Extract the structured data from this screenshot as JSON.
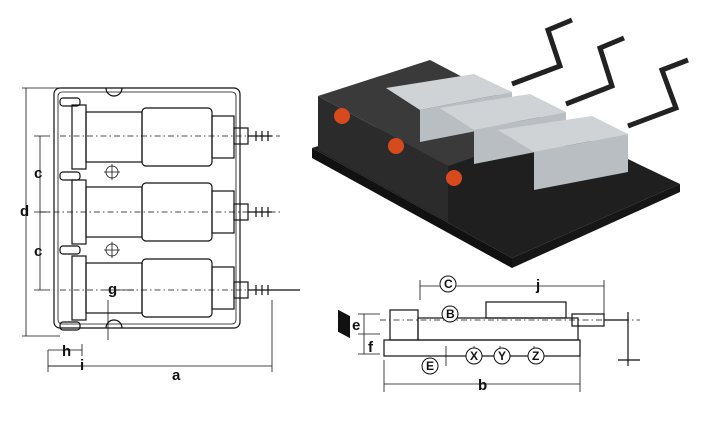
{
  "top_view": {
    "dimension_labels": {
      "c_upper": "c",
      "d": "d",
      "c_lower": "c",
      "g": "g",
      "h": "h",
      "i": "i",
      "a": "a"
    }
  },
  "side_view": {
    "dimension_labels": {
      "C": "C",
      "j": "j",
      "B": "B",
      "e": "e",
      "f": "f",
      "E": "E",
      "X": "X",
      "Y": "Y",
      "Z": "Z",
      "b": "b"
    }
  },
  "photo": {
    "subject": "triple machine vise assembly on base plate",
    "colors": {
      "body": "#2a2a2a",
      "jaw": "#cfd3d6",
      "badge": "#d64a1e"
    }
  }
}
